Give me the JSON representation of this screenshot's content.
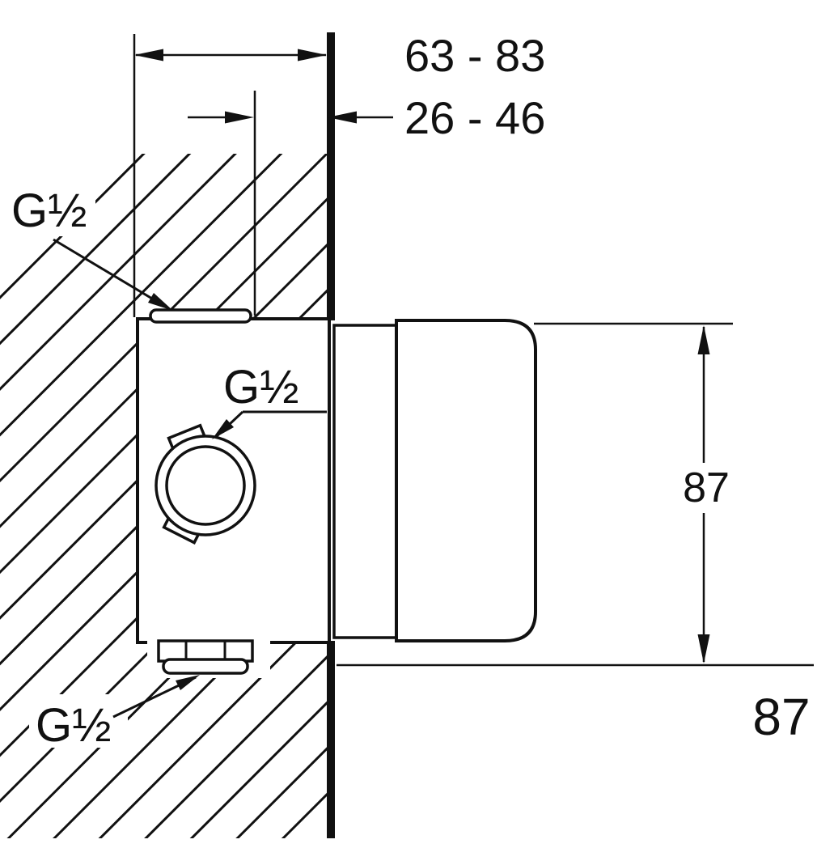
{
  "page": {
    "background": "#ffffff",
    "line_color": "#111111"
  },
  "diagram": {
    "type": "technical-installation-drawing",
    "dimensions": {
      "depth_total": "63 - 83",
      "depth_front": "26 - 46",
      "height_side": "87",
      "height_overall": "87"
    },
    "threads": {
      "top": "G½",
      "middle": "G½",
      "bottom": "G½"
    }
  }
}
